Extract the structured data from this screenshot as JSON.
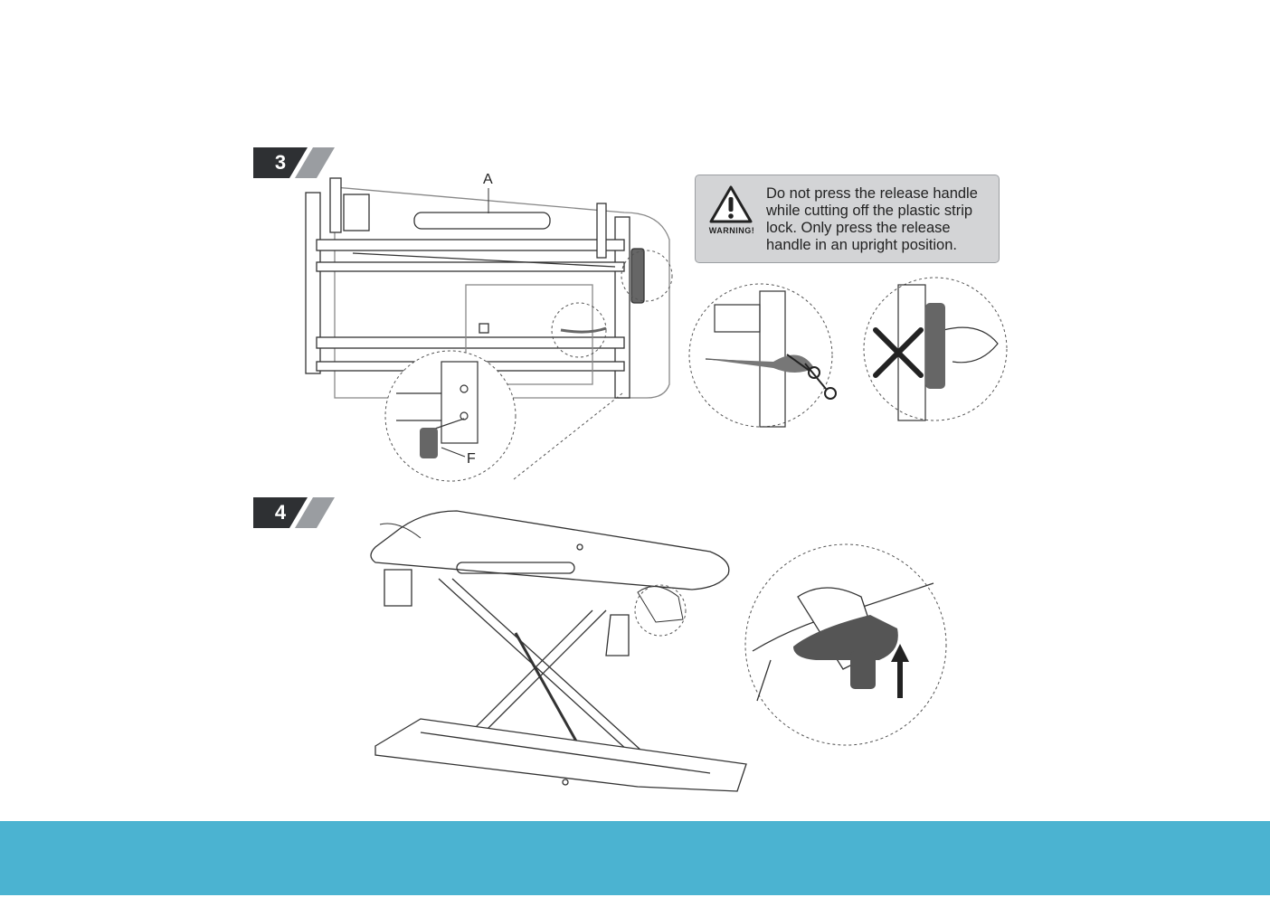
{
  "steps": [
    {
      "number": "3"
    },
    {
      "number": "4"
    }
  ],
  "warning": {
    "label": "WARNING!",
    "text": "Do not press the release handle while cutting off the plastic strip lock. Only press the release handle in an upright position."
  },
  "callouts": {
    "a": "A",
    "f": "F"
  },
  "colors": {
    "badge": "#2e3033",
    "warning_bg": "#d3d4d6",
    "footer": "#4bb3d1"
  }
}
